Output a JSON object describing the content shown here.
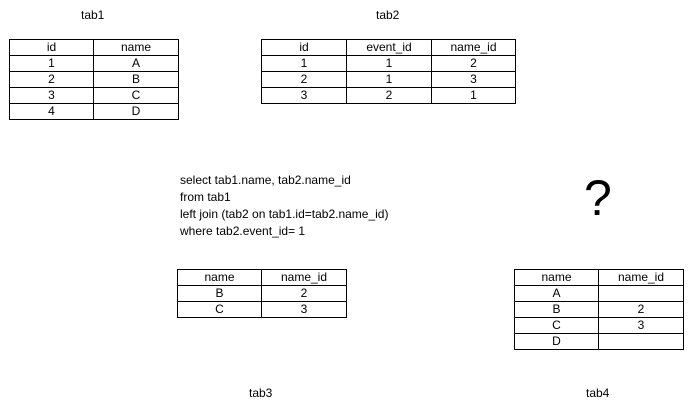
{
  "tab1": {
    "label": "tab1",
    "headers": [
      "id",
      "name"
    ],
    "rows": [
      [
        "1",
        "A"
      ],
      [
        "2",
        "B"
      ],
      [
        "3",
        "C"
      ],
      [
        "4",
        "D"
      ]
    ]
  },
  "tab2": {
    "label": "tab2",
    "headers": [
      "id",
      "event_id",
      "name_id"
    ],
    "rows": [
      [
        "1",
        "1",
        "2"
      ],
      [
        "2",
        "1",
        "3"
      ],
      [
        "3",
        "2",
        "1"
      ]
    ]
  },
  "query": {
    "lines": [
      "select tab1.name, tab2.name_id",
      "from tab1",
      "left join (tab2 on tab1.id=tab2.name_id)",
      "where tab2.event_id= 1"
    ]
  },
  "tab3": {
    "label": "tab3",
    "headers": [
      "name",
      "name_id"
    ],
    "rows": [
      [
        "B",
        "2"
      ],
      [
        "C",
        "3"
      ]
    ]
  },
  "tab4": {
    "label": "tab4",
    "headers": [
      "name",
      "name_id"
    ],
    "rows": [
      [
        "A",
        ""
      ],
      [
        "B",
        "2"
      ],
      [
        "C",
        "3"
      ],
      [
        "D",
        ""
      ]
    ]
  },
  "question_mark": "?"
}
